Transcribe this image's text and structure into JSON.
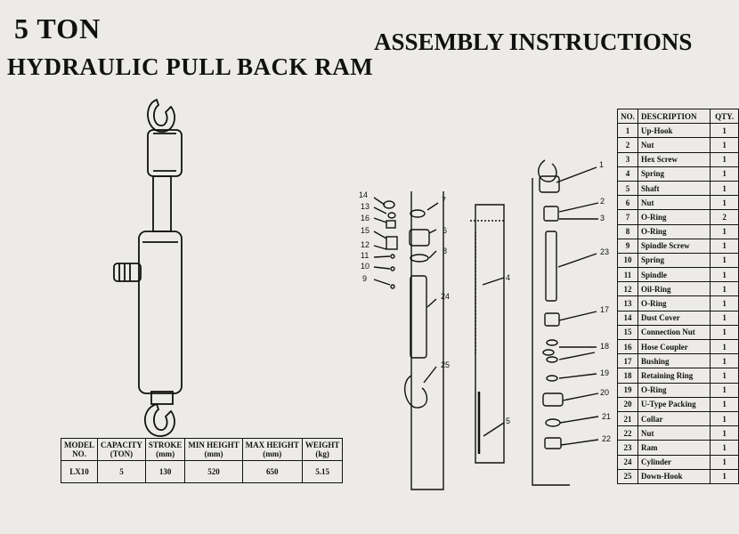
{
  "left_page": {
    "capacity_title": "5 TON",
    "product_title": "HYDRAULIC PULL BACK RAM"
  },
  "right_page": {
    "title": "ASSEMBLY INSTRUCTIONS"
  },
  "spec_table": {
    "headers": {
      "model": [
        "MODEL",
        "NO."
      ],
      "capacity": [
        "CAPACITY",
        "(TON)"
      ],
      "stroke": [
        "STROKE",
        "(mm)"
      ],
      "min_height": [
        "MIN HEIGHT",
        "(mm)"
      ],
      "max_height": [
        "MAX HEIGHT",
        "(mm)"
      ],
      "weight": [
        "WEIGHT",
        "(kg)"
      ]
    },
    "row": {
      "model": "LX10",
      "capacity": "5",
      "stroke": "130",
      "min_height": "520",
      "max_height": "650",
      "weight": "5.15"
    }
  },
  "parts_table": {
    "headers": {
      "no": "NO.",
      "description": "DESCRIPTION",
      "qty": "QTY."
    },
    "rows": [
      {
        "no": "1",
        "description": "Up-Hook",
        "qty": "1"
      },
      {
        "no": "2",
        "description": "Nut",
        "qty": "1"
      },
      {
        "no": "3",
        "description": "Hex Screw",
        "qty": "1"
      },
      {
        "no": "4",
        "description": "Spring",
        "qty": "1"
      },
      {
        "no": "5",
        "description": "Shaft",
        "qty": "1"
      },
      {
        "no": "6",
        "description": "Nut",
        "qty": "1"
      },
      {
        "no": "7",
        "description": "O-Ring",
        "qty": "2"
      },
      {
        "no": "8",
        "description": "O-Ring",
        "qty": "1"
      },
      {
        "no": "9",
        "description": "Spindle Screw",
        "qty": "1"
      },
      {
        "no": "10",
        "description": "Spring",
        "qty": "1"
      },
      {
        "no": "11",
        "description": "Spindle",
        "qty": "1"
      },
      {
        "no": "12",
        "description": "Oil-Ring",
        "qty": "1"
      },
      {
        "no": "13",
        "description": "O-Ring",
        "qty": "1"
      },
      {
        "no": "14",
        "description": "Dust Cover",
        "qty": "1"
      },
      {
        "no": "15",
        "description": "Connection Nut",
        "qty": "1"
      },
      {
        "no": "16",
        "description": "Hose Coupler",
        "qty": "1"
      },
      {
        "no": "17",
        "description": "Bushing",
        "qty": "1"
      },
      {
        "no": "18",
        "description": "Retaining Ring",
        "qty": "1"
      },
      {
        "no": "19",
        "description": "O-Ring",
        "qty": "1"
      },
      {
        "no": "20",
        "description": "U-Type Packing",
        "qty": "1"
      },
      {
        "no": "21",
        "description": "Collar",
        "qty": "1"
      },
      {
        "no": "22",
        "description": "Nut",
        "qty": "1"
      },
      {
        "no": "23",
        "description": "Ram",
        "qty": "1"
      },
      {
        "no": "24",
        "description": "Cylinder",
        "qty": "1"
      },
      {
        "no": "25",
        "description": "Down-Hook",
        "qty": "1"
      }
    ]
  },
  "callouts": [
    "1",
    "2",
    "3",
    "4",
    "5",
    "6",
    "7",
    "8",
    "9",
    "10",
    "11",
    "12",
    "13",
    "14",
    "15",
    "16",
    "17",
    "18",
    "19",
    "20",
    "21",
    "22",
    "23",
    "24",
    "25"
  ]
}
